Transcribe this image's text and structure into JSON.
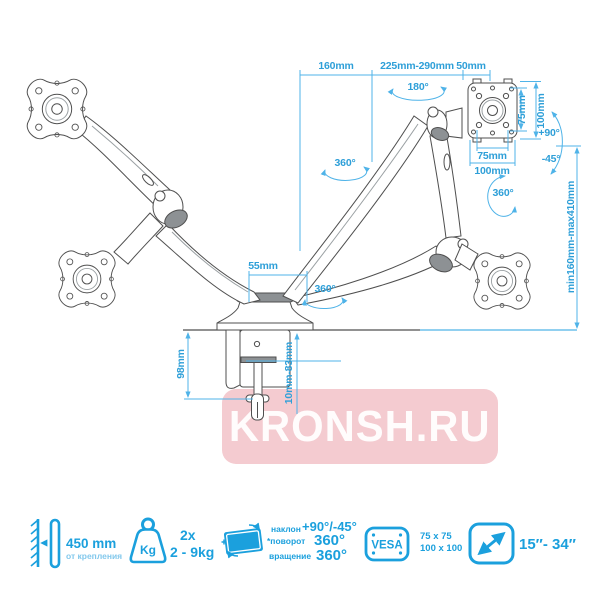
{
  "colors": {
    "accent_blue": "#1ba0dd",
    "dim_line_blue": "#4fb3e8",
    "dim_text_blue": "#2e9fd8",
    "drawing_gray": "#4f4f4f",
    "watermark_pink": "#f4cbd0",
    "watermark_text": "#ffffff"
  },
  "watermark": {
    "text": "KRONSH.RU"
  },
  "diagram": {
    "dim_top_left": "160mm",
    "dim_top_mid": "225mm-290mm",
    "dim_top_right": "50mm",
    "angle_arm_swivel": "180°",
    "angle_arm_rotate": "360°",
    "vesa_vert_75": "75mm",
    "vesa_vert_100": "100mm",
    "vesa_horiz_75": "75mm",
    "vesa_horiz_100": "100mm",
    "angle_tilt_up": "+90°",
    "angle_tilt_down": "-45°",
    "angle_head_rotate": "360°",
    "dim_height_range": "min160mm-max410mm",
    "dim_base_neck": "55mm",
    "angle_base_rotate": "360°",
    "dim_pole_below": "98mm",
    "dim_clamp_range": "10mm-83mm"
  },
  "specs": {
    "distance": {
      "value": "450 mm",
      "caption": "от крепления"
    },
    "weight": {
      "icon_label": "Kg",
      "count": "2x",
      "range": "2 - 9kg"
    },
    "motion": {
      "labels": [
        "наклон",
        "*поворот",
        "вращение"
      ],
      "values": [
        "+90°/-45°",
        "360°",
        "360°"
      ]
    },
    "vesa": {
      "badge": "VESA",
      "size1": "75 x 75",
      "size2": "100 x 100"
    },
    "screen": {
      "value": "15″- 34″"
    }
  }
}
